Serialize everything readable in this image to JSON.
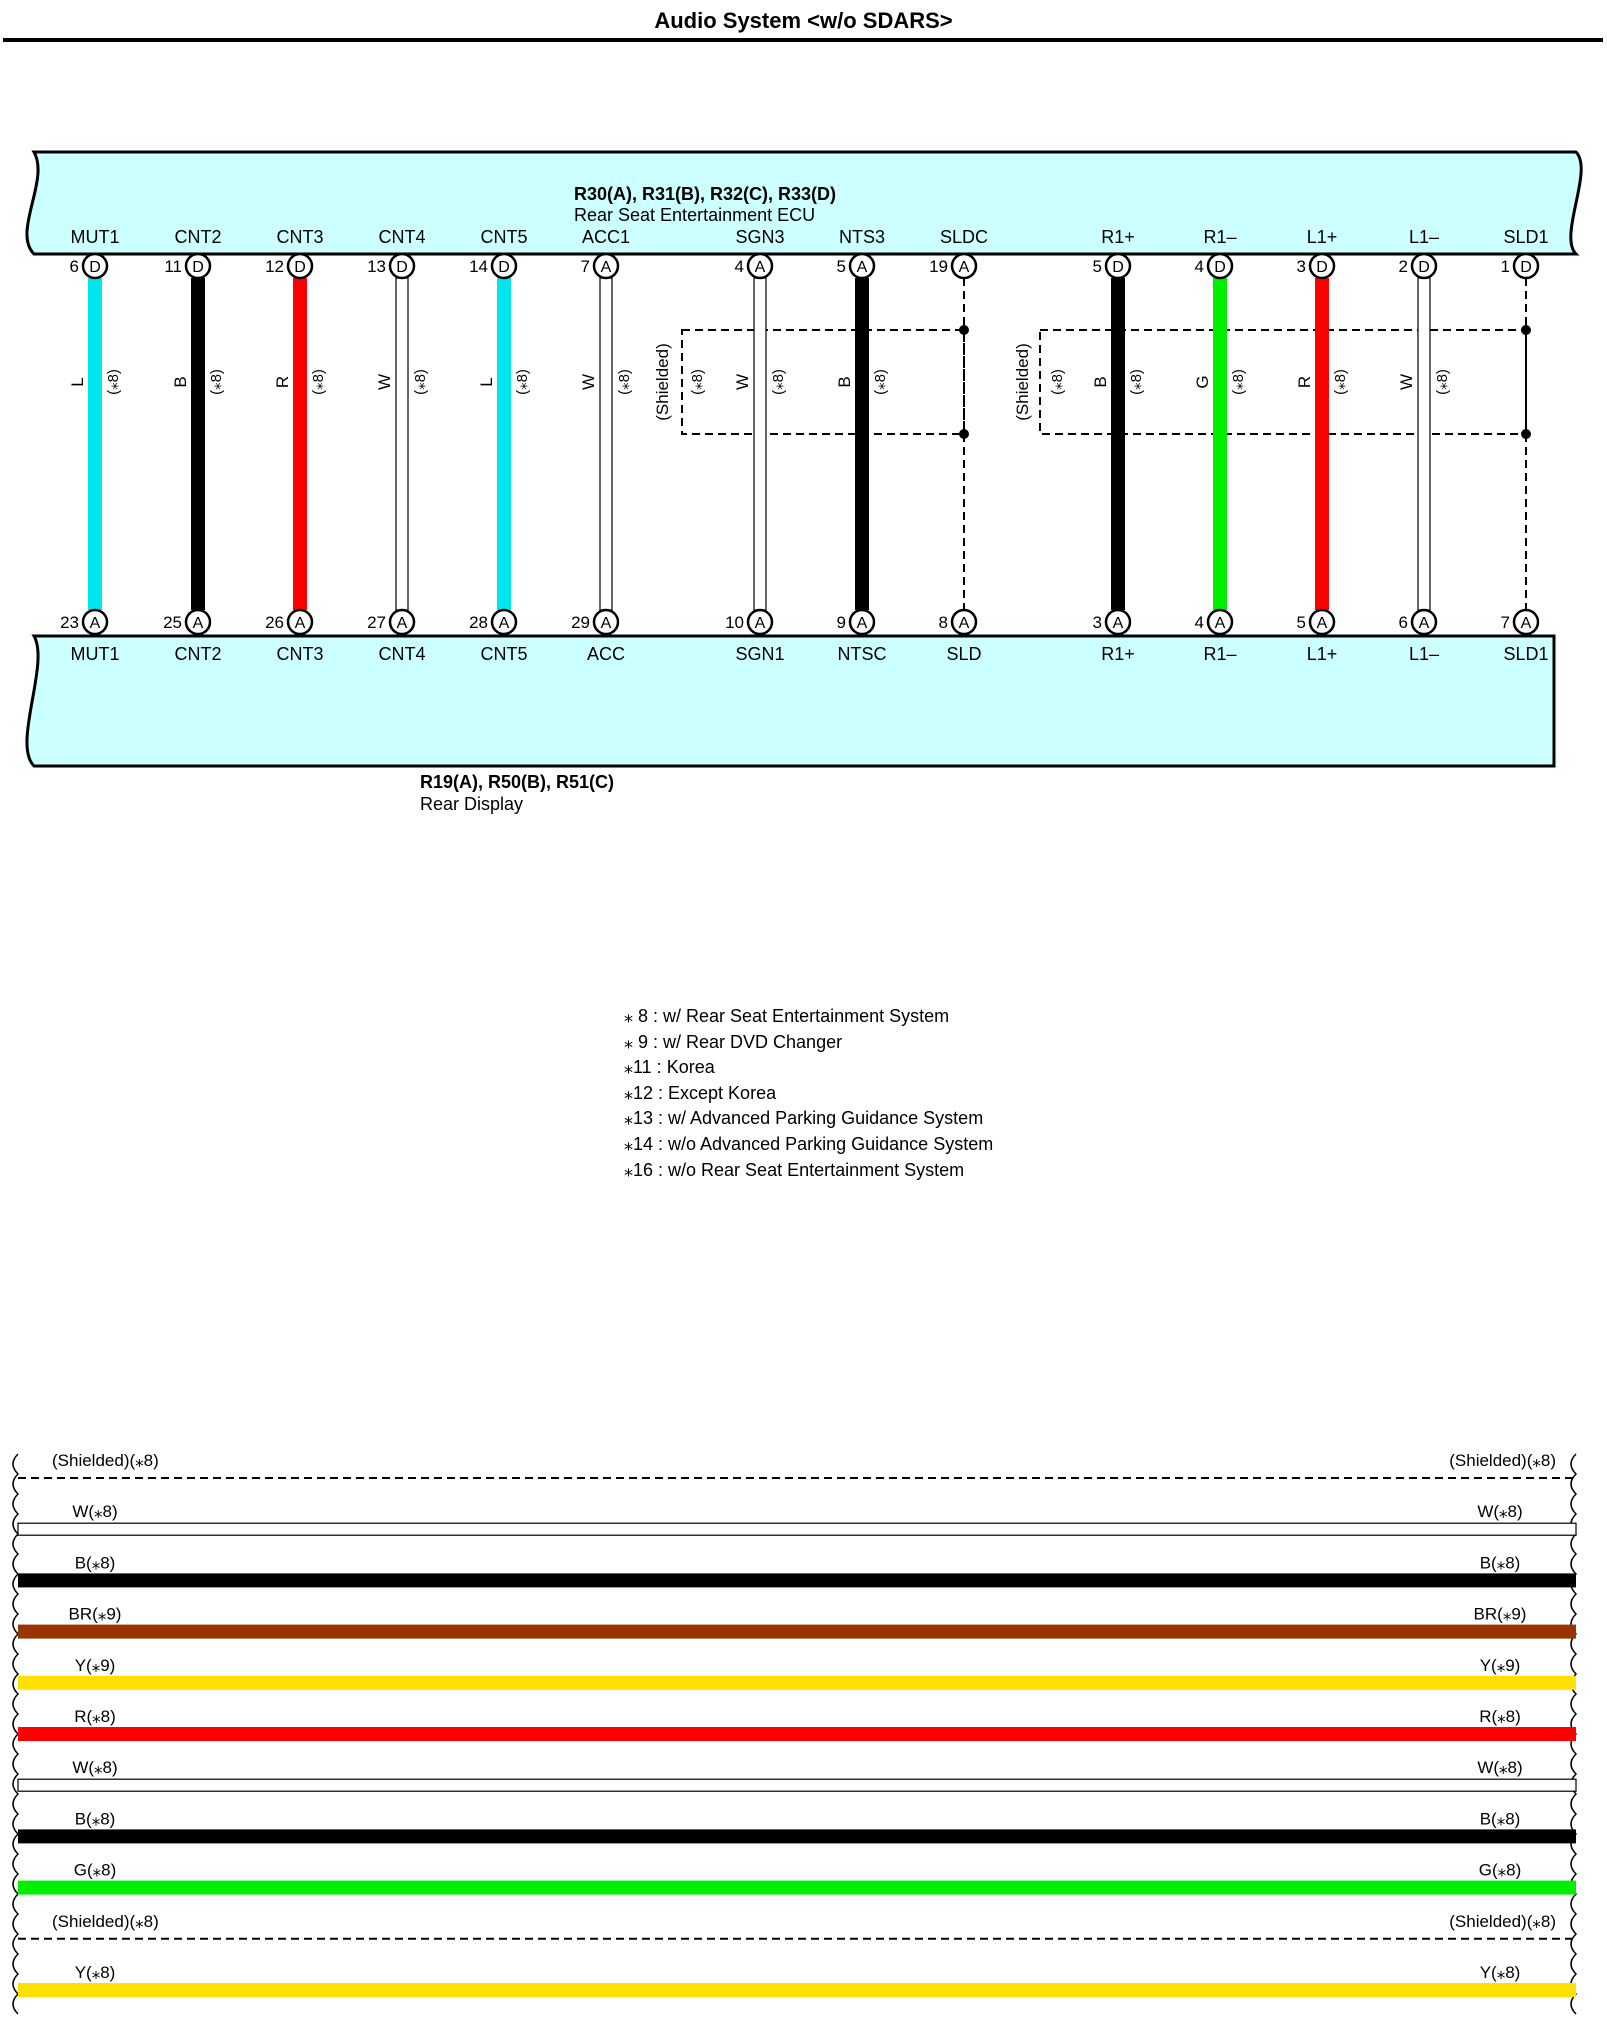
{
  "title": "Audio System <w/o SDARS>",
  "top_connector": {
    "ids": "R30(A), R31(B), R32(C), R33(D)",
    "name": "Rear Seat Entertainment ECU"
  },
  "bottom_connector": {
    "ids": "R19(A), R50(B), R51(C)",
    "name": "Rear Display"
  },
  "wires": [
    {
      "top_label": "MUT1",
      "top_pin": "6",
      "top_conn": "D",
      "bottom_pin": "23",
      "bottom_conn": "A",
      "bottom_label": "MUT1",
      "color_code": "L",
      "note": "(⁎8)",
      "color": "#00e5ee"
    },
    {
      "top_label": "CNT2",
      "top_pin": "11",
      "top_conn": "D",
      "bottom_pin": "25",
      "bottom_conn": "A",
      "bottom_label": "CNT2",
      "color_code": "B",
      "note": "(⁎8)",
      "color": "#000000"
    },
    {
      "top_label": "CNT3",
      "top_pin": "12",
      "top_conn": "D",
      "bottom_pin": "26",
      "bottom_conn": "A",
      "bottom_label": "CNT3",
      "color_code": "R",
      "note": "(⁎8)",
      "color": "#ff0000"
    },
    {
      "top_label": "CNT4",
      "top_pin": "13",
      "top_conn": "D",
      "bottom_pin": "27",
      "bottom_conn": "A",
      "bottom_label": "CNT4",
      "color_code": "W",
      "note": "(⁎8)",
      "color": "#ffffff"
    },
    {
      "top_label": "CNT5",
      "top_pin": "14",
      "top_conn": "D",
      "bottom_pin": "28",
      "bottom_conn": "A",
      "bottom_label": "CNT5",
      "color_code": "L",
      "note": "(⁎8)",
      "color": "#00e5ee"
    },
    {
      "top_label": "ACC1",
      "top_pin": "7",
      "top_conn": "A",
      "bottom_pin": "29",
      "bottom_conn": "A",
      "bottom_label": "ACC",
      "color_code": "W",
      "note": "(⁎8)",
      "color": "#ffffff"
    },
    {
      "top_label": "SGN3",
      "top_pin": "4",
      "top_conn": "A",
      "bottom_pin": "10",
      "bottom_conn": "A",
      "bottom_label": "SGN1",
      "color_code": "W",
      "note": "(⁎8)",
      "color": "#ffffff"
    },
    {
      "top_label": "NTS3",
      "top_pin": "5",
      "top_conn": "A",
      "bottom_pin": "9",
      "bottom_conn": "A",
      "bottom_label": "NTSC",
      "color_code": "B",
      "note": "(⁎8)",
      "color": "#000000"
    },
    {
      "top_label": "SLDC",
      "top_pin": "19",
      "top_conn": "A",
      "bottom_pin": "8",
      "bottom_conn": "A",
      "bottom_label": "SLD",
      "color_code": "",
      "note": "",
      "color": "shield"
    },
    {
      "top_label": "R1+",
      "top_pin": "5",
      "top_conn": "D",
      "bottom_pin": "3",
      "bottom_conn": "A",
      "bottom_label": "R1+",
      "color_code": "B",
      "note": "(⁎8)",
      "color": "#000000"
    },
    {
      "top_label": "R1–",
      "top_pin": "4",
      "top_conn": "D",
      "bottom_pin": "4",
      "bottom_conn": "A",
      "bottom_label": "R1–",
      "color_code": "G",
      "note": "(⁎8)",
      "color": "#00ee00"
    },
    {
      "top_label": "L1+",
      "top_pin": "3",
      "top_conn": "D",
      "bottom_pin": "5",
      "bottom_conn": "A",
      "bottom_label": "L1+",
      "color_code": "R",
      "note": "(⁎8)",
      "color": "#ff0000"
    },
    {
      "top_label": "L1–",
      "top_pin": "2",
      "top_conn": "D",
      "bottom_pin": "6",
      "bottom_conn": "A",
      "bottom_label": "L1–",
      "color_code": "W",
      "note": "(⁎8)",
      "color": "#ffffff"
    },
    {
      "top_label": "SLD1",
      "top_pin": "1",
      "top_conn": "D",
      "bottom_pin": "7",
      "bottom_conn": "A",
      "bottom_label": "SLD1",
      "color_code": "",
      "note": "",
      "color": "shield"
    }
  ],
  "shield_groups": [
    {
      "label": "(Shielded)",
      "note": "(⁎8)"
    },
    {
      "label": "(Shielded)",
      "note": "(⁎8)"
    }
  ],
  "legend": [
    "⁎ 8 : w/ Rear Seat Entertainment System",
    "⁎ 9 : w/ Rear DVD Changer",
    "⁎11 : Korea",
    "⁎12 : Except Korea",
    "⁎13 : w/ Advanced Parking Guidance System",
    "⁎14 : w/o Advanced Parking Guidance System",
    "⁎16 : w/o Rear Seat Entertainment System"
  ],
  "harness_rows": [
    {
      "label": "(Shielded)(⁎8)",
      "color": "shield"
    },
    {
      "label": "W(⁎8)",
      "color": "#ffffff"
    },
    {
      "label": "B(⁎8)",
      "color": "#000000"
    },
    {
      "label": "BR(⁎9)",
      "color": "#993300"
    },
    {
      "label": "Y(⁎9)",
      "color": "#ffe000"
    },
    {
      "label": "R(⁎8)",
      "color": "#ff0000"
    },
    {
      "label": "W(⁎8)",
      "color": "#ffffff"
    },
    {
      "label": "B(⁎8)",
      "color": "#000000"
    },
    {
      "label": "G(⁎8)",
      "color": "#00ee00"
    },
    {
      "label": "(Shielded)(⁎8)",
      "color": "shield"
    },
    {
      "label": "Y(⁎8)",
      "color": "#ffe000"
    }
  ],
  "colors": {
    "connector_fill": "#ccffff",
    "shield": "#000000"
  }
}
